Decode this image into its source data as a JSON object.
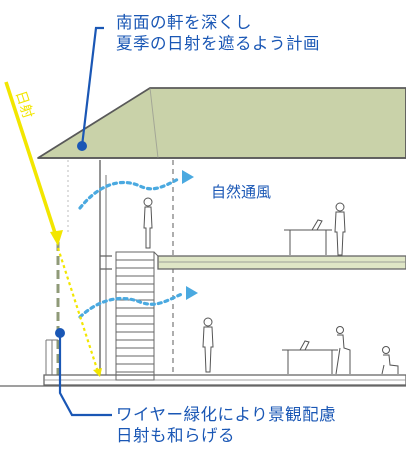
{
  "callouts": {
    "eaves": {
      "lines": [
        "南面の軒を深くし",
        "夏季の日射を遮るよう計画"
      ]
    },
    "wire_greening": {
      "lines": [
        "ワイヤー緑化により景観配慮",
        "日射も和らげる"
      ]
    }
  },
  "labels": {
    "sunlight": "日射",
    "natural_ventilation": "自然通風"
  },
  "colors": {
    "accent_blue": "#1a57b5",
    "sun_yellow": "#f2e600",
    "roof_green": "#c9d2a9",
    "floor_green": "#dfe6c6",
    "ventilation_blue": "#4aa9e0",
    "wire_green": "#8f9a78",
    "line_gray": "#585858"
  }
}
